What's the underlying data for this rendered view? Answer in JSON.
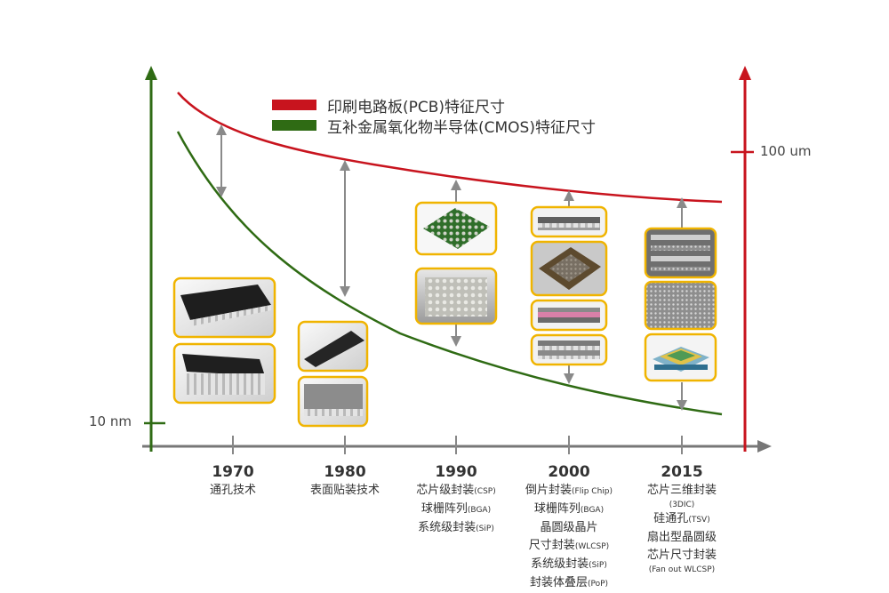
{
  "legend": [
    {
      "label": "印刷电路板(PCB)特征尺寸",
      "color": "#c8141e"
    },
    {
      "label": "互补金属氧化物半导体(CMOS)特征尺寸",
      "color": "#2f6b14"
    }
  ],
  "axes": {
    "left_tick_label": "10 nm",
    "right_tick_label": "100 um",
    "left_color": "#2f6b14",
    "right_color": "#c8141e",
    "x_color": "#777777"
  },
  "timeline": [
    {
      "year": "1970",
      "lines": [
        {
          "main": "通孔技术"
        }
      ]
    },
    {
      "year": "1980",
      "lines": [
        {
          "main": "表面贴装技术"
        }
      ]
    },
    {
      "year": "1990",
      "lines": [
        {
          "main": "芯片级封装",
          "sub": "(CSP)"
        },
        {
          "main": "球栅阵列",
          "sub": "(BGA)"
        },
        {
          "main": "系统级封装",
          "sub": "(SiP)"
        }
      ]
    },
    {
      "year": "2000",
      "lines": [
        {
          "main": "倒片封装",
          "sub": "(Flip Chip)"
        },
        {
          "main": "球栅阵列",
          "sub": "(BGA)"
        },
        {
          "main": "晶圆级晶片"
        },
        {
          "main": "尺寸封装",
          "sub": "(WLCSP)"
        },
        {
          "main": "系统级封装",
          "sub": "(SiP)"
        },
        {
          "main": "封装体叠层",
          "sub": "(PoP)"
        }
      ]
    },
    {
      "year": "2015",
      "lines": [
        {
          "main": "芯片三维封装"
        },
        {
          "sub": "(3DIC)"
        },
        {
          "main": "硅通孔",
          "sub": "(TSV)"
        },
        {
          "main": "扇出型晶圆级"
        },
        {
          "main": "芯片尺寸封装"
        },
        {
          "sub": "(Fan out WLCSP)"
        }
      ]
    }
  ],
  "colors": {
    "frame": "#f0b400",
    "arrow": "#8a8a8a"
  }
}
